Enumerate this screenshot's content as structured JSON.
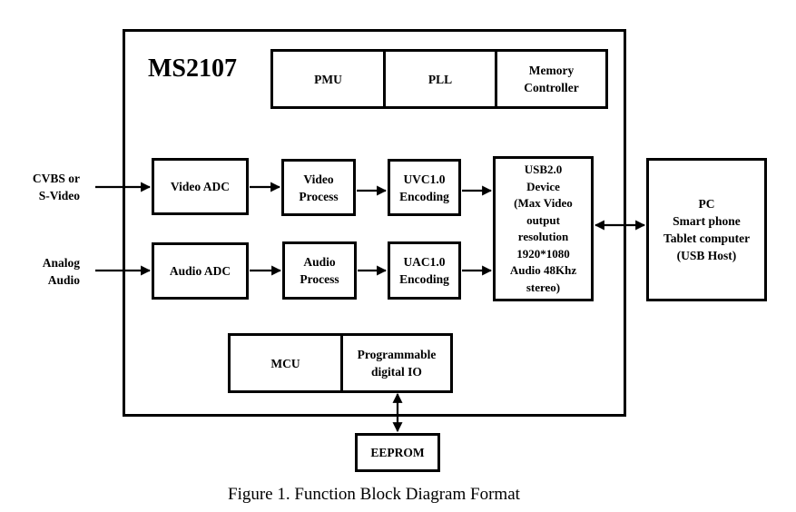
{
  "chip": {
    "title": "MS2107"
  },
  "top_blocks": {
    "pmu": "PMU",
    "pll": "PLL",
    "memory_controller": "Memory\nController"
  },
  "video_path": {
    "input_label": "CVBS or\nS-Video",
    "adc": "Video ADC",
    "process": "Video\nProcess",
    "encoding": "UVC1.0\nEncoding"
  },
  "audio_path": {
    "input_label": "Analog\nAudio",
    "adc": "Audio ADC",
    "process": "Audio\nProcess",
    "encoding": "UAC1.0\nEncoding"
  },
  "usb_device": {
    "text": "USB2.0\nDevice\n(Max Video\noutput\nresolution\n1920*1080\nAudio 48Khz\nstereo)"
  },
  "host": {
    "text": "PC\nSmart phone\nTablet computer\n(USB Host)"
  },
  "control": {
    "mcu": "MCU",
    "gpio": "Programmable\ndigital IO"
  },
  "eeprom": "EEPROM",
  "caption": "Figure 1. Function Block Diagram Format"
}
